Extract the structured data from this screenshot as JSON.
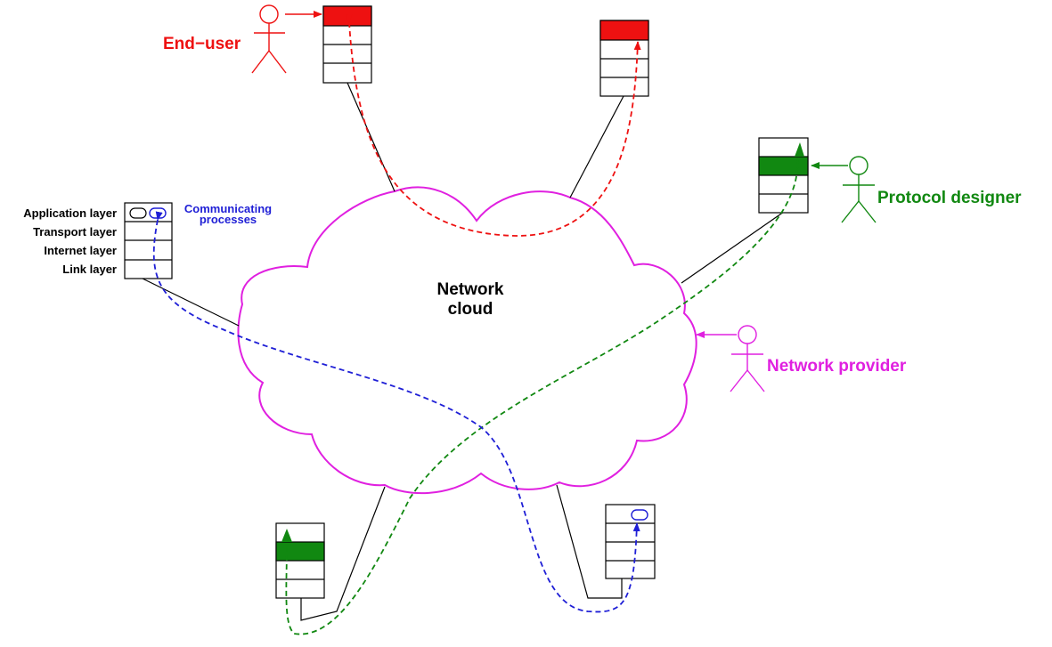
{
  "diagram": {
    "cloud_label": [
      "Network",
      "cloud"
    ],
    "layer_labels": [
      "Application layer",
      "Transport layer",
      "Internet layer",
      "Link layer"
    ],
    "process_label": [
      "Communicating",
      "processes"
    ],
    "actors": {
      "end_user": "End−user",
      "protocol_designer": "Protocol designer",
      "network_provider": "Network provider"
    },
    "colors": {
      "end_user": "#ee1111",
      "protocol_designer": "#118811",
      "network_provider": "#e020e0",
      "processes": "#1f1fd6",
      "cloud": "#e020e0"
    }
  }
}
